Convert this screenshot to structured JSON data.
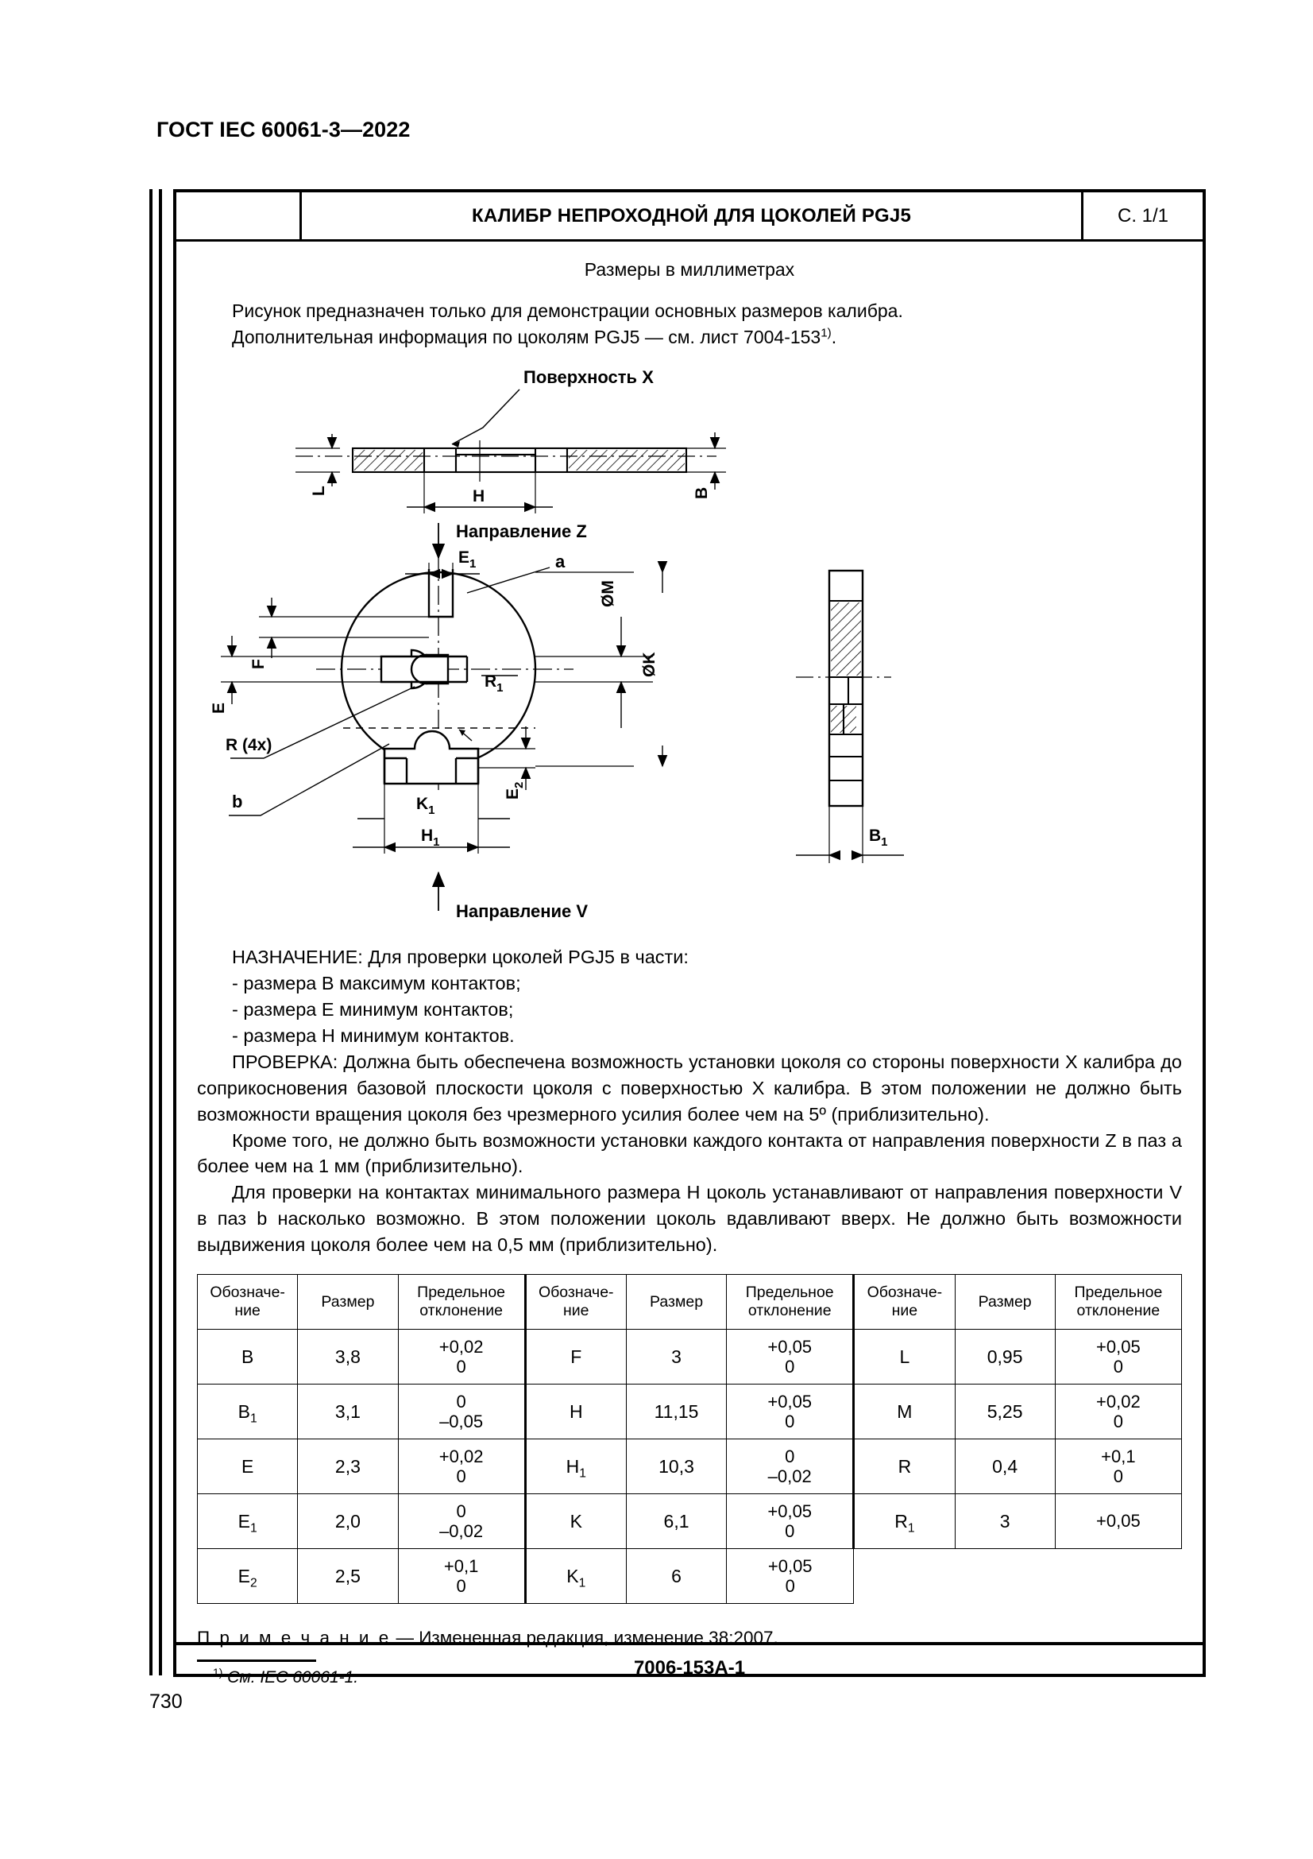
{
  "running_head": "ГОСТ IEC 60061-3—2022",
  "header": {
    "title": "КАЛИБР НЕПРОХОДНОЙ ДЛЯ ЦОКОЛЕЙ PGJ5",
    "page_label": "С. 1/1"
  },
  "units_line": "Размеры в миллиметрах",
  "lead": {
    "line1": "Рисунок предназначен только для демонстрации основных размеров калибра.",
    "line2_a": "Дополнительная информация по цоколям PGJ5 — см. лист 7004-153",
    "line2_sup": "1)",
    "line2_b": "."
  },
  "drawing": {
    "label_surface_x": "Поверхность X",
    "label_direction_z": "Направление Z",
    "label_direction_v": "Направление V",
    "dim_L": "L",
    "dim_H": "H",
    "dim_B": "B",
    "dim_E1": "E",
    "dim_E1_sub": "1",
    "dim_a": "a",
    "dim_b": "b",
    "dim_F": "F",
    "dim_E": "E",
    "dim_M": "ØM",
    "dim_K": "ØK",
    "dim_R1": "R",
    "dim_R1_sub": "1",
    "dim_R4x": "R (4x)",
    "dim_K1": "K",
    "dim_K1_sub": "1",
    "dim_H1": "H",
    "dim_H1_sub": "1",
    "dim_E2": "E",
    "dim_E2_sub": "2",
    "dim_B1": "B",
    "dim_B1_sub": "1"
  },
  "prose": {
    "purpose_head": "НАЗНАЧЕНИЕ: Для проверки цоколей PGJ5 в части:",
    "bullets": [
      "- размера B максимум контактов;",
      "- размера E минимум контактов;",
      "- размера H минимум контактов."
    ],
    "check_p1": "ПРОВЕРКА: Должна быть обеспечена возможность установки цоколя со стороны поверхности X калибра до соприкосновения базовой плоскости цоколя с поверхностью X калибра. В этом положении не должно быть возможности вращения цоколя без чрезмерного усилия более чем на 5º (приблизительно).",
    "check_p2": "Кроме того, не должно быть возможности установки каждого контакта от направления поверхности Z в паз a более чем на 1 мм (приблизительно).",
    "check_p3": "Для проверки на контактах минимального размера H цоколь устанавливают от направления поверхности V в паз b насколько возможно. В этом положении цоколь вдавливают вверх. Не должно быть возможности выдвижения цоколя более чем на 0,5 мм (приблизительно)."
  },
  "table": {
    "headers": {
      "symbol": "Обозначе-\nние",
      "symbol_l1": "Обозначе-",
      "symbol_l2": "ние",
      "size": "Размер",
      "tolerance_l1": "Предельное",
      "tolerance_l2": "отклонение"
    },
    "rows": [
      {
        "g1_sym": "B",
        "g1_sym_sub": "",
        "g1_size": "3,8",
        "g1_tol_hi": "+0,02",
        "g1_tol_lo": "0",
        "g2_sym": "F",
        "g2_sym_sub": "",
        "g2_size": "3",
        "g2_tol_hi": "+0,05",
        "g2_tol_lo": "0",
        "g3_sym": "L",
        "g3_sym_sub": "",
        "g3_size": "0,95",
        "g3_tol_hi": "+0,05",
        "g3_tol_lo": "0"
      },
      {
        "g1_sym": "B",
        "g1_sym_sub": "1",
        "g1_size": "3,1",
        "g1_tol_hi": "0",
        "g1_tol_lo": "–0,05",
        "g2_sym": "H",
        "g2_sym_sub": "",
        "g2_size": "11,15",
        "g2_tol_hi": "+0,05",
        "g2_tol_lo": "0",
        "g3_sym": "M",
        "g3_sym_sub": "",
        "g3_size": "5,25",
        "g3_tol_hi": "+0,02",
        "g3_tol_lo": "0"
      },
      {
        "g1_sym": "E",
        "g1_sym_sub": "",
        "g1_size": "2,3",
        "g1_tol_hi": "+0,02",
        "g1_tol_lo": "0",
        "g2_sym": "H",
        "g2_sym_sub": "1",
        "g2_size": "10,3",
        "g2_tol_hi": "0",
        "g2_tol_lo": "–0,02",
        "g3_sym": "R",
        "g3_sym_sub": "",
        "g3_size": "0,4",
        "g3_tol_hi": "+0,1",
        "g3_tol_lo": "0"
      },
      {
        "g1_sym": "E",
        "g1_sym_sub": "1",
        "g1_size": "2,0",
        "g1_tol_hi": "0",
        "g1_tol_lo": "–0,02",
        "g2_sym": "K",
        "g2_sym_sub": "",
        "g2_size": "6,1",
        "g2_tol_hi": "+0,05",
        "g2_tol_lo": "0",
        "g3_sym": "R",
        "g3_sym_sub": "1",
        "g3_size": "3",
        "g3_tol_hi": "+0,05",
        "g3_tol_lo": ""
      },
      {
        "g1_sym": "E",
        "g1_sym_sub": "2",
        "g1_size": "2,5",
        "g1_tol_hi": "+0,1",
        "g1_tol_lo": "0",
        "g2_sym": "K",
        "g2_sym_sub": "1",
        "g2_size": "6",
        "g2_tol_hi": "+0,05",
        "g2_tol_lo": "0",
        "g3_sym": "",
        "g3_sym_sub": "",
        "g3_size": "",
        "g3_tol_hi": "",
        "g3_tol_lo": ""
      }
    ]
  },
  "note": {
    "label": "П р и м е ч а н и е",
    "text": " — Измененная редакция, изменение 38:2007."
  },
  "footnote": {
    "marker": "1)",
    "text": " См. IEC 60061-1."
  },
  "sheet_id": "7006-153А-1",
  "folio": "730"
}
